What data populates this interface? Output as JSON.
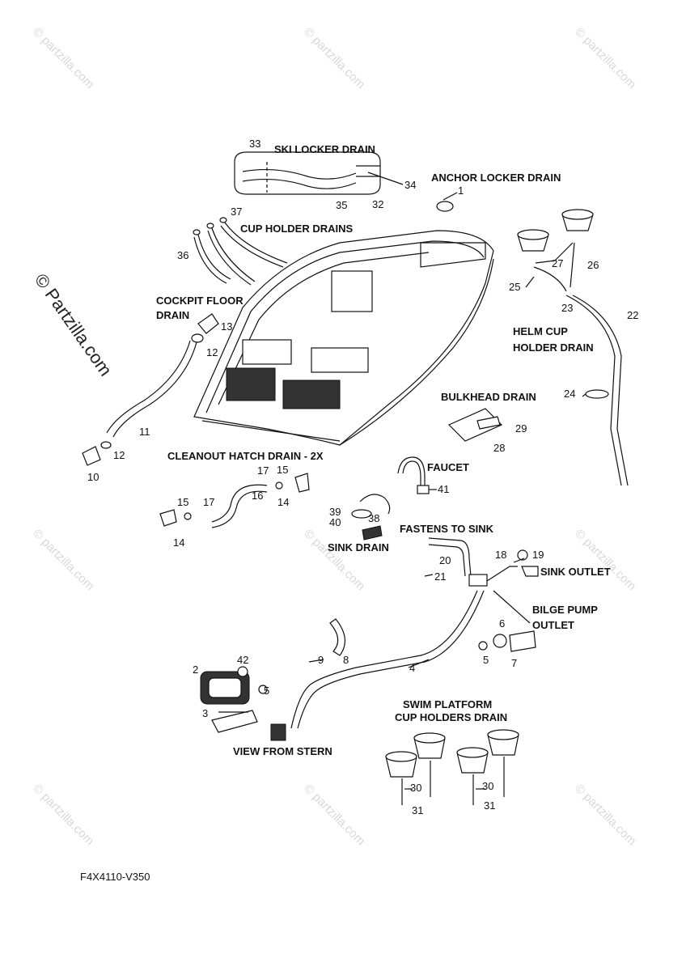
{
  "diagram": {
    "watermark_text": "© partzilla.com",
    "side_watermark": "© Partzilla.com",
    "drawing_code": "F4X4110-V350",
    "labels": {
      "ski_locker": "SKI LOCKER DRAIN",
      "anchor_locker": "ANCHOR LOCKER DRAIN",
      "cup_holder": "CUP HOLDER DRAINS",
      "cockpit_floor_1": "COCKPIT FLOOR",
      "cockpit_floor_2": "DRAIN",
      "helm_cup_1": "HELM CUP",
      "helm_cup_2": "HOLDER DRAIN",
      "bulkhead": "BULKHEAD DRAIN",
      "cleanout": "CLEANOUT HATCH DRAIN - 2X",
      "faucet": "FAUCET",
      "fastens": "FASTENS TO SINK",
      "sink_drain": "SINK DRAIN",
      "sink_outlet": "SINK  OUTLET",
      "bilge_1": "BILGE PUMP",
      "bilge_2": "OUTLET",
      "swim_1": "SWIM PLATFORM",
      "swim_2": "CUP HOLDERS DRAIN",
      "view_stern": "VIEW FROM STERN"
    },
    "callouts": [
      "33",
      "34",
      "32",
      "35",
      "1",
      "37",
      "36",
      "13",
      "12",
      "11",
      "12",
      "10",
      "27",
      "26",
      "25",
      "23",
      "22",
      "24",
      "29",
      "28",
      "17",
      "15",
      "16",
      "14",
      "15",
      "17",
      "14",
      "41",
      "39",
      "38",
      "40",
      "20",
      "21",
      "18",
      "19",
      "6",
      "5",
      "7",
      "9",
      "8",
      "4",
      "42",
      "2",
      "5",
      "3",
      "30",
      "31",
      "30",
      "31"
    ]
  }
}
